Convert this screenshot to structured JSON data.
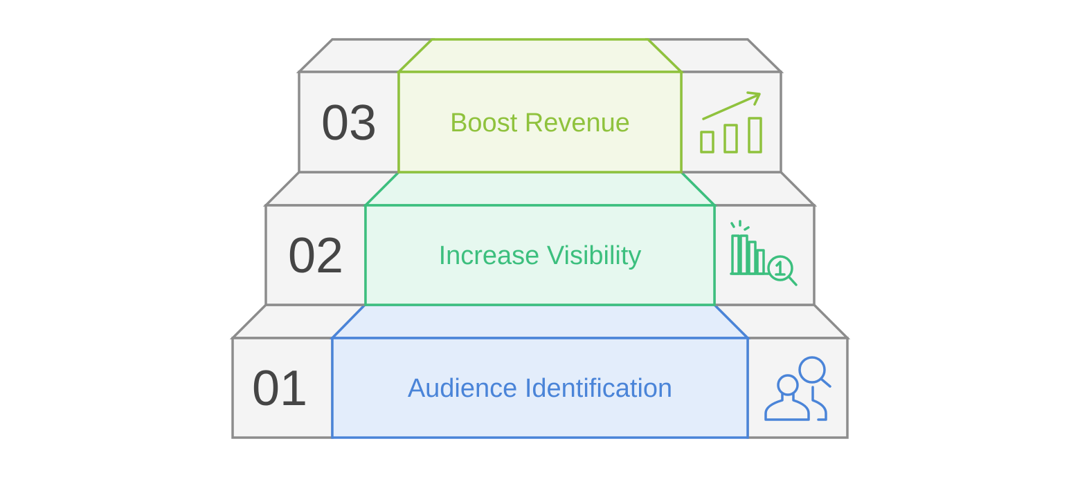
{
  "steps": [
    {
      "number": "01",
      "title": "Audience Identification",
      "icon": "audience-search-icon",
      "color": "#4a84d8",
      "fill": "#e3edfb"
    },
    {
      "number": "02",
      "title": "Increase Visibility",
      "icon": "ranking-search-icon",
      "color": "#3cbf7e",
      "fill": "#e6f8ef"
    },
    {
      "number": "03",
      "title": "Boost Revenue",
      "icon": "growth-chart-icon",
      "color": "#8fc23d",
      "fill": "#f3f8e7"
    }
  ],
  "colors": {
    "side_fill": "#f4f4f4",
    "side_stroke": "#8c8c8c",
    "number_text": "#454545"
  }
}
